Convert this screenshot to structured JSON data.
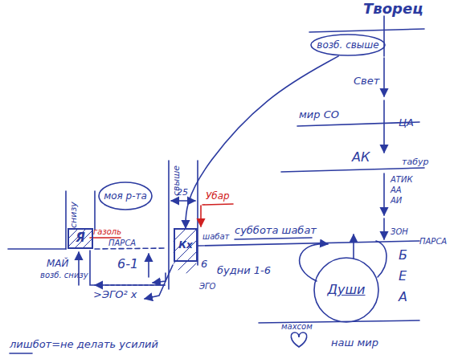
{
  "diagram": {
    "nodes": [
      {
        "text": [
          "возб. свыше"
        ]
      },
      {
        "text": [
          "моя р-та"
        ]
      },
      {
        "text": [
          "Я"
        ]
      },
      {
        "text": [
          "Кх"
        ]
      },
      {
        "text": [
          "Души"
        ]
      }
    ],
    "edges": [
      {
        "from": 0,
        "to": 3,
        "arrow": "to"
      }
    ],
    "labels": [
      "Творец",
      "Свет",
      "мир СО",
      "ЦА",
      "АК",
      "табур",
      "АТИК",
      "АА",
      "АИ",
      "ЗОН",
      "ПАРСА",
      "Б",
      "Е",
      "А",
      "махсом",
      "наш мир",
      "суббота шабат",
      "шабат",
      "будни 1-6",
      "6",
      "ЭГО",
      "Убар",
      "25",
      "свыше",
      "снизу",
      "газоль",
      "ПАРСА",
      "МАЙ",
      "возб. снизу",
      "6-1",
      ">ЭГО² х",
      "лишбот=не делать усилий"
    ]
  }
}
